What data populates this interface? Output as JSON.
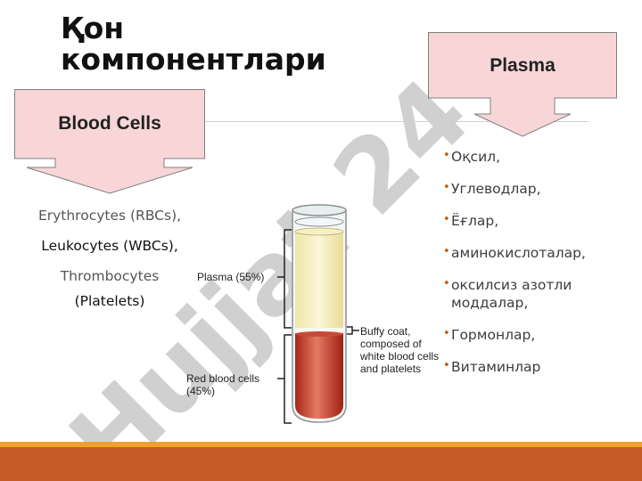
{
  "title": "Қон компонентлари",
  "watermark": "Hujjat 24",
  "blood_cells_callout": {
    "label": "Blood Cells"
  },
  "plasma_callout": {
    "label": "Plasma"
  },
  "cell_list": [
    {
      "text": "Erythrocytes (RBCs),"
    },
    {
      "text": "Leukocytes (WBCs),"
    },
    {
      "text": "Thrombocytes"
    },
    {
      "text": "(Platelets)"
    }
  ],
  "plasma_list": [
    "Оқсил,",
    "Углеводлар,",
    "Ёғлар,",
    "аминокислоталар,",
    "оксилсиз азотли моддалар,",
    "Гормонлар,",
    "Витаминлар"
  ],
  "diagram": {
    "plasma_label": "Plasma (55%)",
    "buffy_label": "Buffy coat, composed of white blood cells and platelets",
    "rbc_label": "Red blood cells (45%)"
  },
  "colors": {
    "callout_fill": "#f8d6d8",
    "callout_border": "#7f7f7f",
    "bullet": "#c55a11",
    "footer_orange": "#f0a030",
    "footer_rust": "#c55a28",
    "watermark": "#c8c8c8"
  }
}
